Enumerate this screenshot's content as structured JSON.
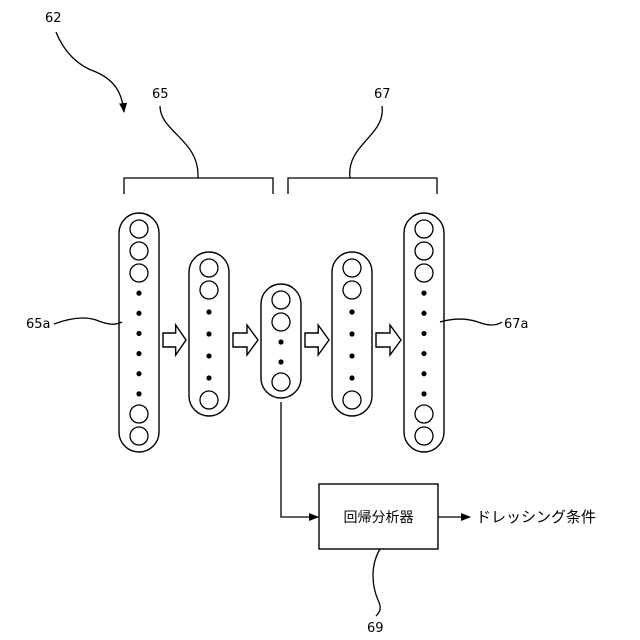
{
  "figure": {
    "ref_main": "62",
    "ref_encoder": "65",
    "ref_decoder": "67",
    "ref_input": "65a",
    "ref_output": "67a",
    "ref_regressor": "69",
    "regressor_label": "回帰分析器",
    "output_label": "ドレッシング条件"
  },
  "layers": [
    {
      "id": "input-layer",
      "top_nodes": 3,
      "dots": 6,
      "bottom_nodes": 2
    },
    {
      "id": "hidden-layer-1",
      "top_nodes": 2,
      "dots": 4,
      "bottom_nodes": 1
    },
    {
      "id": "latent-layer",
      "top_nodes": 2,
      "dots": 2,
      "bottom_nodes": 1
    },
    {
      "id": "hidden-layer-2",
      "top_nodes": 2,
      "dots": 4,
      "bottom_nodes": 1
    },
    {
      "id": "output-layer",
      "top_nodes": 3,
      "dots": 6,
      "bottom_nodes": 2
    }
  ]
}
